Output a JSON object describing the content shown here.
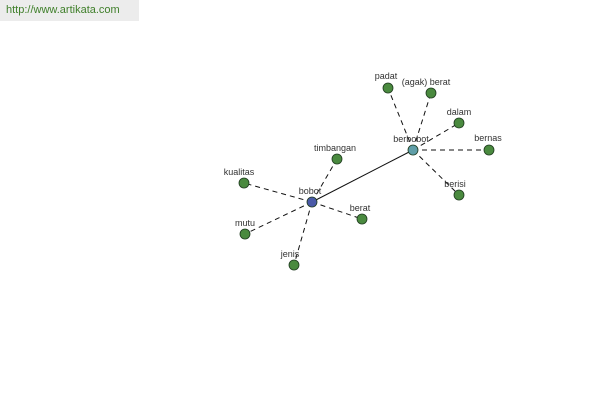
{
  "header": {
    "source_url": "http://www.artikata.com"
  },
  "graph": {
    "colors": {
      "hub_primary": "#4a5aa8",
      "hub_secondary": "#5f9ea8",
      "leaf": "#4a8a3f",
      "node_stroke": "#1e3a1e",
      "edge": "#111111"
    },
    "nodes": [
      {
        "id": "bobot",
        "label": "bobot",
        "kind": "hub-primary"
      },
      {
        "id": "berbobot",
        "label": "berbobot",
        "kind": "hub-secondary"
      },
      {
        "id": "timbangan",
        "label": "timbangan",
        "kind": "leaf"
      },
      {
        "id": "kualitas",
        "label": "kualitas",
        "kind": "leaf"
      },
      {
        "id": "mutu",
        "label": "mutu",
        "kind": "leaf"
      },
      {
        "id": "jenis",
        "label": "jenis",
        "kind": "leaf"
      },
      {
        "id": "berat1",
        "label": "berat",
        "kind": "leaf"
      },
      {
        "id": "padat",
        "label": "padat",
        "kind": "leaf"
      },
      {
        "id": "agak_berat",
        "label": "(agak) berat",
        "kind": "leaf"
      },
      {
        "id": "dalam",
        "label": "dalam",
        "kind": "leaf"
      },
      {
        "id": "bernas",
        "label": "bernas",
        "kind": "leaf"
      },
      {
        "id": "berisi",
        "label": "berisi",
        "kind": "leaf"
      }
    ],
    "edges": [
      {
        "from": "bobot",
        "to": "berbobot",
        "style": "solid"
      },
      {
        "from": "bobot",
        "to": "timbangan",
        "style": "dashed"
      },
      {
        "from": "bobot",
        "to": "kualitas",
        "style": "dashed"
      },
      {
        "from": "bobot",
        "to": "mutu",
        "style": "dashed"
      },
      {
        "from": "bobot",
        "to": "jenis",
        "style": "dashed"
      },
      {
        "from": "bobot",
        "to": "berat1",
        "style": "dashed"
      },
      {
        "from": "berbobot",
        "to": "padat",
        "style": "dashed"
      },
      {
        "from": "berbobot",
        "to": "agak_berat",
        "style": "dashed"
      },
      {
        "from": "berbobot",
        "to": "dalam",
        "style": "dashed"
      },
      {
        "from": "berbobot",
        "to": "bernas",
        "style": "dashed"
      },
      {
        "from": "berbobot",
        "to": "berisi",
        "style": "dashed"
      }
    ]
  }
}
